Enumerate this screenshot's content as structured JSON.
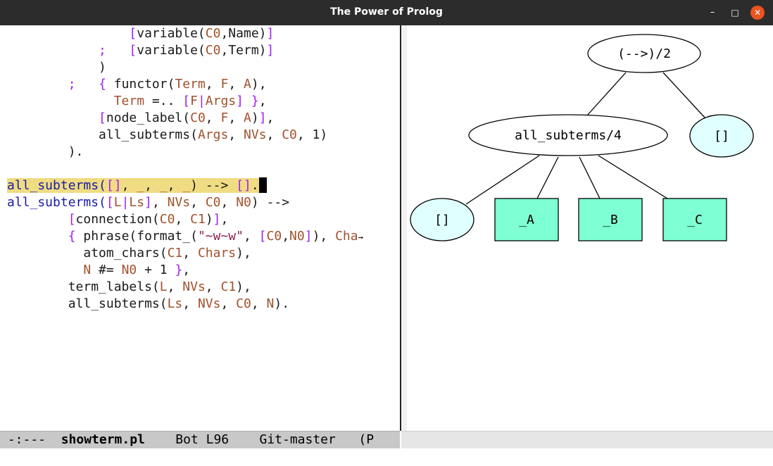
{
  "window": {
    "title": "The Power of Prolog",
    "min_glyph": "–",
    "max_glyph": "□",
    "close_glyph": "✕"
  },
  "editor": {
    "lines": [
      [
        {
          "t": "                "
        },
        {
          "t": "[",
          "c": "pu"
        },
        {
          "t": "variable("
        },
        {
          "t": "C0",
          "c": "var"
        },
        {
          "t": ",Name)"
        },
        {
          "t": "]",
          "c": "pu"
        }
      ],
      [
        {
          "t": "            "
        },
        {
          "t": ";",
          "c": "pu"
        },
        {
          "t": "   "
        },
        {
          "t": "[",
          "c": "pu"
        },
        {
          "t": "variable("
        },
        {
          "t": "C0",
          "c": "var"
        },
        {
          "t": ",Term)"
        },
        {
          "t": "]",
          "c": "pu"
        }
      ],
      [
        {
          "t": "            )"
        }
      ],
      [
        {
          "t": "        "
        },
        {
          "t": ";",
          "c": "pu"
        },
        {
          "t": "   "
        },
        {
          "t": "{",
          "c": "pu"
        },
        {
          "t": " functor("
        },
        {
          "t": "Term",
          "c": "var"
        },
        {
          "t": ", "
        },
        {
          "t": "F",
          "c": "var"
        },
        {
          "t": ", "
        },
        {
          "t": "A",
          "c": "var"
        },
        {
          "t": "),"
        }
      ],
      [
        {
          "t": "              "
        },
        {
          "t": "Term",
          "c": "var"
        },
        {
          "t": " =.. "
        },
        {
          "t": "[",
          "c": "pu"
        },
        {
          "t": "F",
          "c": "var"
        },
        {
          "t": "|",
          "c": "pu"
        },
        {
          "t": "Args",
          "c": "var"
        },
        {
          "t": "]",
          "c": "pu"
        },
        {
          "t": " "
        },
        {
          "t": "}",
          "c": "pu"
        },
        {
          "t": ","
        }
      ],
      [
        {
          "t": "            "
        },
        {
          "t": "[",
          "c": "pu"
        },
        {
          "t": "node_label("
        },
        {
          "t": "C0",
          "c": "var"
        },
        {
          "t": ", "
        },
        {
          "t": "F",
          "c": "var"
        },
        {
          "t": ", "
        },
        {
          "t": "A",
          "c": "var"
        },
        {
          "t": ")"
        },
        {
          "t": "]",
          "c": "pu"
        },
        {
          "t": ","
        }
      ],
      [
        {
          "t": "            all_subterms("
        },
        {
          "t": "Args",
          "c": "var"
        },
        {
          "t": ", "
        },
        {
          "t": "NVs",
          "c": "var"
        },
        {
          "t": ", "
        },
        {
          "t": "C0",
          "c": "var"
        },
        {
          "t": ", 1)"
        }
      ],
      [
        {
          "t": "        )."
        }
      ],
      [
        {
          "t": ""
        }
      ],
      {
        "highlight": true,
        "cursor": true,
        "segs": [
          {
            "t": "all_subterms(",
            "c": "kw"
          },
          {
            "t": "[]",
            "c": "pu"
          },
          {
            "t": ", "
          },
          {
            "t": "_",
            "c": "var"
          },
          {
            "t": ", "
          },
          {
            "t": "_",
            "c": "var"
          },
          {
            "t": ", "
          },
          {
            "t": "_",
            "c": "var"
          },
          {
            "t": ") --> "
          },
          {
            "t": "[]",
            "c": "pu"
          },
          {
            "t": "."
          }
        ]
      },
      [
        {
          "t": "all_subterms(",
          "c": "kw"
        },
        {
          "t": "[",
          "c": "pu"
        },
        {
          "t": "L",
          "c": "var"
        },
        {
          "t": "|",
          "c": "pu"
        },
        {
          "t": "Ls",
          "c": "var"
        },
        {
          "t": "]",
          "c": "pu"
        },
        {
          "t": ", "
        },
        {
          "t": "NVs",
          "c": "var"
        },
        {
          "t": ", "
        },
        {
          "t": "C0",
          "c": "var"
        },
        {
          "t": ", "
        },
        {
          "t": "N0",
          "c": "var"
        },
        {
          "t": ") -->"
        }
      ],
      [
        {
          "t": "        "
        },
        {
          "t": "[",
          "c": "pu"
        },
        {
          "t": "connection("
        },
        {
          "t": "C0",
          "c": "var"
        },
        {
          "t": ", "
        },
        {
          "t": "C1",
          "c": "var"
        },
        {
          "t": ")"
        },
        {
          "t": "]",
          "c": "pu"
        },
        {
          "t": ","
        }
      ],
      {
        "truncated": true,
        "segs": [
          {
            "t": "        "
          },
          {
            "t": "{",
            "c": "pu"
          },
          {
            "t": " phrase(format_("
          },
          {
            "t": "\"~w~w\"",
            "c": "str"
          },
          {
            "t": ", "
          },
          {
            "t": "[",
            "c": "pu"
          },
          {
            "t": "C0",
            "c": "var"
          },
          {
            "t": ","
          },
          {
            "t": "N0",
            "c": "var"
          },
          {
            "t": "]",
            "c": "pu"
          },
          {
            "t": "), "
          },
          {
            "t": "Cha",
            "c": "var"
          }
        ]
      },
      [
        {
          "t": "          atom_chars("
        },
        {
          "t": "C1",
          "c": "var"
        },
        {
          "t": ", "
        },
        {
          "t": "Chars",
          "c": "var"
        },
        {
          "t": "),"
        }
      ],
      [
        {
          "t": "          "
        },
        {
          "t": "N",
          "c": "var"
        },
        {
          "t": " #= "
        },
        {
          "t": "N0",
          "c": "var"
        },
        {
          "t": " + 1 "
        },
        {
          "t": "}",
          "c": "pu"
        },
        {
          "t": ","
        }
      ],
      [
        {
          "t": "        term_labels("
        },
        {
          "t": "L",
          "c": "var"
        },
        {
          "t": ", "
        },
        {
          "t": "NVs",
          "c": "var"
        },
        {
          "t": ", "
        },
        {
          "t": "C1",
          "c": "var"
        },
        {
          "t": "),"
        }
      ],
      [
        {
          "t": "        all_subterms("
        },
        {
          "t": "Ls",
          "c": "var"
        },
        {
          "t": ", "
        },
        {
          "t": "NVs",
          "c": "var"
        },
        {
          "t": ", "
        },
        {
          "t": "C0",
          "c": "var"
        },
        {
          "t": ", "
        },
        {
          "t": "N",
          "c": "var"
        },
        {
          "t": ")."
        }
      ]
    ],
    "truncation_arrow": "→"
  },
  "modeline": {
    "status": " -:---  ",
    "buffer_name": "showterm.pl",
    "position": "    Bot L96    ",
    "vc": "Git-master",
    "mode": "   (P"
  },
  "graph": {
    "nodes": [
      {
        "id": "root",
        "label": "(-->)/2",
        "shape": "ellipse",
        "fill": "#ffffff"
      },
      {
        "id": "sub",
        "label": "all_subterms/4",
        "shape": "ellipse",
        "fill": "#ffffff"
      },
      {
        "id": "nil1",
        "label": "[]",
        "shape": "ellipse",
        "fill": "#e0ffff"
      },
      {
        "id": "nil2",
        "label": "[]",
        "shape": "ellipse",
        "fill": "#e0ffff"
      },
      {
        "id": "a",
        "label": "_A",
        "shape": "box",
        "fill": "#7fffd4"
      },
      {
        "id": "b",
        "label": "_B",
        "shape": "box",
        "fill": "#7fffd4"
      },
      {
        "id": "c",
        "label": "_C",
        "shape": "box",
        "fill": "#7fffd4"
      }
    ],
    "edges": [
      [
        "root",
        "sub"
      ],
      [
        "root",
        "nil1"
      ],
      [
        "sub",
        "nil2"
      ],
      [
        "sub",
        "a"
      ],
      [
        "sub",
        "b"
      ],
      [
        "sub",
        "c"
      ]
    ]
  }
}
